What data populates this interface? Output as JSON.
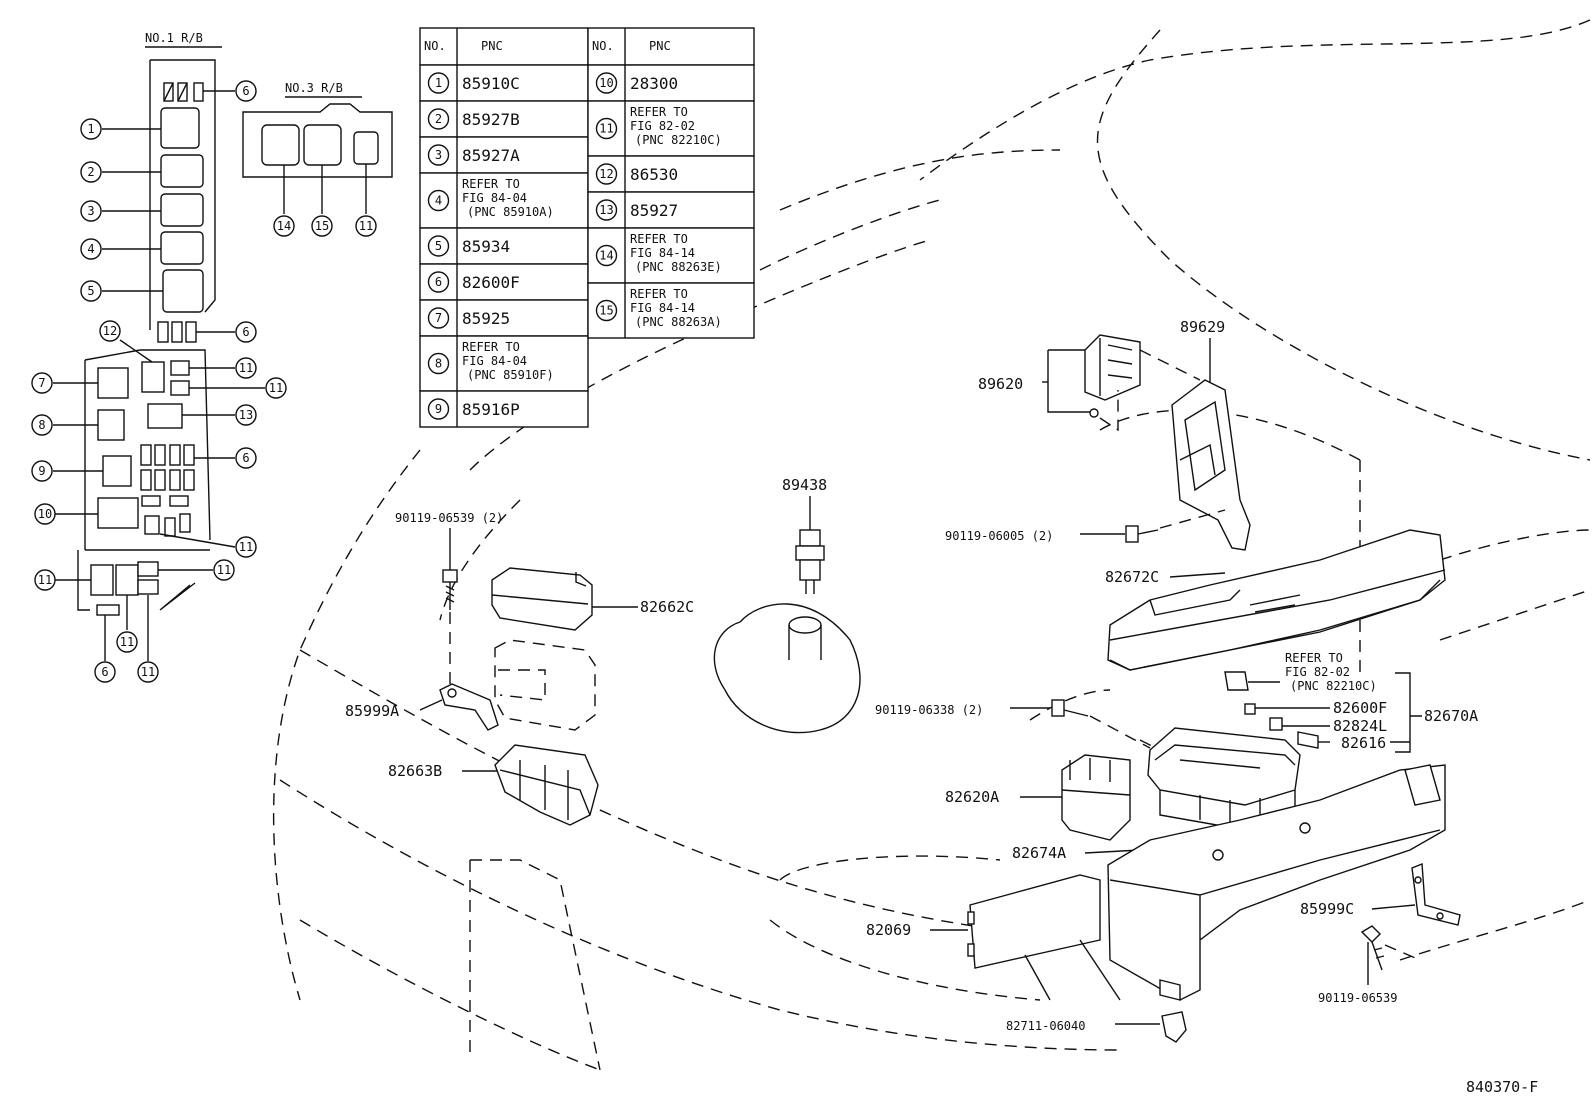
{
  "diagram_code": "840370-F",
  "rb1": {
    "title": "NO.1 R/B",
    "callouts": [
      "1",
      "2",
      "3",
      "4",
      "5",
      "6",
      "6",
      "7",
      "8",
      "9",
      "10",
      "11",
      "11",
      "11",
      "12",
      "13",
      "6",
      "11",
      "11",
      "11",
      "11",
      "6",
      "11"
    ]
  },
  "rb3": {
    "title": "NO.3 R/B",
    "callouts": [
      "14",
      "15",
      "11"
    ]
  },
  "table": {
    "header": {
      "no": "NO.",
      "pnc": "PNC"
    },
    "left_rows": [
      {
        "no": "1",
        "lines": [
          "85910C"
        ]
      },
      {
        "no": "2",
        "lines": [
          "85927B"
        ]
      },
      {
        "no": "3",
        "lines": [
          "85927A"
        ]
      },
      {
        "no": "4",
        "lines": [
          "REFER TO",
          "FIG 84-04",
          "(PNC 85910A)"
        ]
      },
      {
        "no": "5",
        "lines": [
          "85934"
        ]
      },
      {
        "no": "6",
        "lines": [
          "82600F"
        ]
      },
      {
        "no": "7",
        "lines": [
          "85925"
        ]
      },
      {
        "no": "8",
        "lines": [
          "REFER TO",
          "FIG 84-04",
          "(PNC 85910F)"
        ]
      },
      {
        "no": "9",
        "lines": [
          "85916P"
        ]
      }
    ],
    "right_rows": [
      {
        "no": "10",
        "lines": [
          "28300"
        ]
      },
      {
        "no": "11",
        "lines": [
          "REFER TO",
          "FIG 82-02",
          "(PNC 82210C)"
        ]
      },
      {
        "no": "12",
        "lines": [
          "86530"
        ]
      },
      {
        "no": "13",
        "lines": [
          "85927"
        ]
      },
      {
        "no": "14",
        "lines": [
          "REFER TO",
          "FIG 84-14",
          "(PNC 88263E)"
        ]
      },
      {
        "no": "15",
        "lines": [
          "REFER TO",
          "FIG 84-14",
          "(PNC 88263A)"
        ]
      }
    ]
  },
  "parts": {
    "p90119_06539_2": "90119-06539 (2)",
    "p82662C": "82662C",
    "p85999A": "85999A",
    "p82663B": "82663B",
    "p89438": "89438",
    "p89629": "89629",
    "p89620": "89620",
    "p90119_06005_2": "90119-06005 (2)",
    "p82672C": "82672C",
    "refer_l1": "REFER TO",
    "refer_l2": "FIG 82-02",
    "refer_l3": "(PNC 82210C)",
    "p90119_06338_2": "90119-06338 (2)",
    "p82600F": "82600F",
    "p82824L": "82824L",
    "p82616": "82616",
    "p82670A": "82670A",
    "p82620A": "82620A",
    "p82674A": "82674A",
    "p82069": "82069",
    "p85999C": "85999C",
    "p90119_06539": "90119-06539",
    "p82711_06040": "82711-06040"
  }
}
